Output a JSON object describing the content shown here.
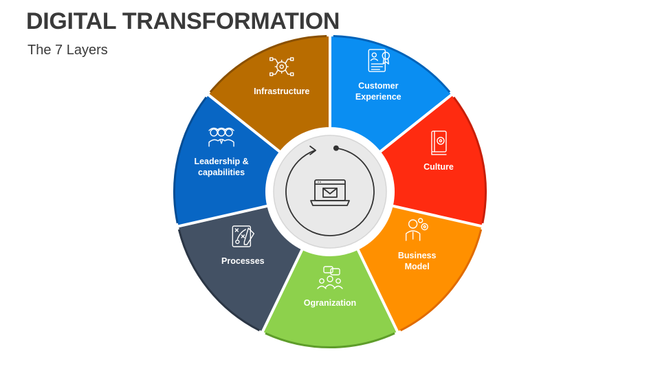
{
  "slide": {
    "title": "DIGITAL TRANSFORMATION",
    "subtitle": "The 7 Layers"
  },
  "center": {
    "icon": "laptop-mail-icon",
    "ring_icon": "cycle-arrow-icon",
    "color": "#e9e9e9"
  },
  "segments": [
    {
      "label_lines": [
        "Customer",
        "Experience"
      ],
      "color": "#0a8ef2",
      "border": "#0062b8",
      "icon": "profile-document-icon"
    },
    {
      "label_lines": [
        "Culture"
      ],
      "color": "#ff2b10",
      "border": "#c81e08",
      "icon": "book-icon"
    },
    {
      "label_lines": [
        "Business",
        "Model"
      ],
      "color": "#ff9000",
      "border": "#e06b00",
      "icon": "business-person-icon"
    },
    {
      "label_lines": [
        "Ogranization"
      ],
      "color": "#8dd14c",
      "border": "#5e9d2a",
      "icon": "team-chat-icon"
    },
    {
      "label_lines": [
        "Processes"
      ],
      "color": "#435164",
      "border": "#2b3645",
      "icon": "strategy-board-icon"
    },
    {
      "label_lines": [
        "Leadership &",
        "capabilities"
      ],
      "color": "#0866c4",
      "border": "#064d94",
      "icon": "leaders-icon"
    },
    {
      "label_lines": [
        "Infrastructure"
      ],
      "color": "#b86c00",
      "border": "#8a5000",
      "icon": "network-gear-icon"
    }
  ]
}
